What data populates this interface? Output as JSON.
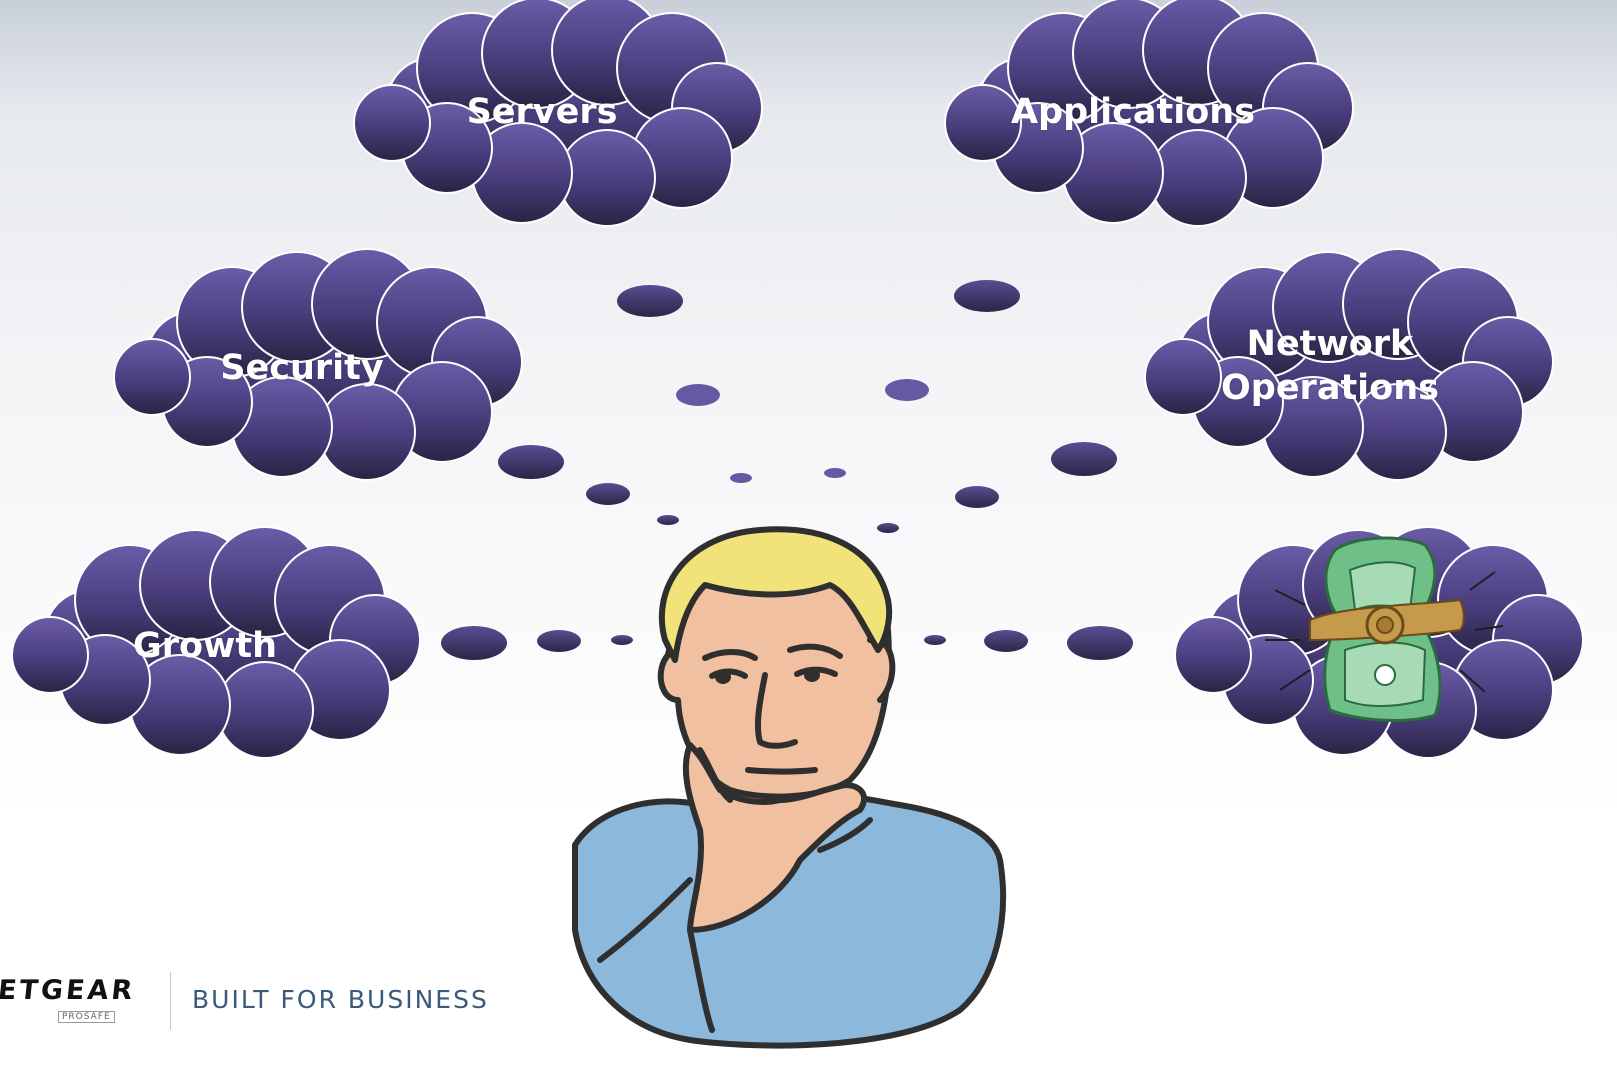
{
  "slide": {
    "clouds": {
      "servers": "Servers",
      "applications": "Applications",
      "security": "Security",
      "network_operations_line1": "Network",
      "network_operations_line2": "Operations",
      "growth": "Growth",
      "money": "money-bag-tied-icon"
    },
    "footer": {
      "logo": "ETGEAR",
      "logo_sub": "PROSAFE",
      "tagline": "BUILT FOR BUSINESS"
    },
    "colors": {
      "cloud_top": "#6a5aa6",
      "cloud_bottom": "#2b2344",
      "skin": "#f0c0a0",
      "hair": "#f1e27a",
      "shirt": "#8cb8db",
      "outline": "#2f2f2f",
      "money": "#6fbf88"
    }
  }
}
